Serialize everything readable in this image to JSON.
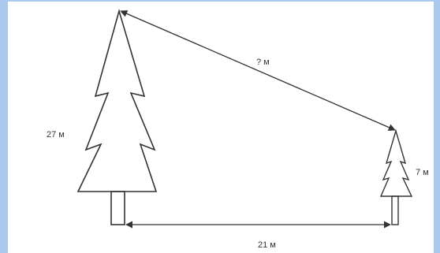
{
  "labels": {
    "distance": "? м",
    "tall_height": "27 м",
    "short_height": "7 м",
    "ground_distance": "21 м"
  },
  "colors": {
    "background": "#a9c9ef",
    "panel": "#ffffff",
    "stroke": "#333333"
  }
}
